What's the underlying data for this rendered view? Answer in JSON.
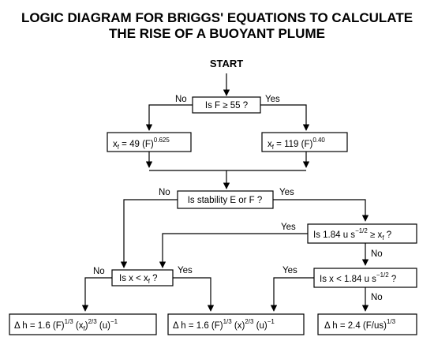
{
  "title": {
    "line1": "LOGIC DIAGRAM FOR BRIGGS' EQUATIONS TO CALCULATE",
    "line2": "THE RISE OF A BUOYANT PLUME"
  },
  "start": "START",
  "decisions": {
    "d1": {
      "text": "Is F ≥ 55 ?",
      "no": "No",
      "yes": "Yes"
    },
    "d2": {
      "text": "Is stability E or F ?",
      "no": "No",
      "yes": "Yes"
    },
    "d3": {
      "text_a": "Is 1.84 u s",
      "text_sup": "−1/2",
      "text_b": " ≥ x",
      "text_sub": "f",
      "text_c": " ?",
      "yes": "Yes",
      "no": "No"
    },
    "d4": {
      "text_a": "Is x < x",
      "text_sub": "f",
      "text_c": " ?",
      "no": "No",
      "yes": "Yes"
    },
    "d5": {
      "text_a": "Is x < 1.84 u s",
      "text_sup": "−1/2",
      "text_c": " ?",
      "yes": "Yes",
      "no": "No"
    }
  },
  "formulas": {
    "xf_left": {
      "a": "x",
      "sub": "f",
      "b": " = 49 (F)",
      "sup": "0.625"
    },
    "xf_right": {
      "a": "x",
      "sub": "f",
      "b": " = 119 (F)",
      "sup": "0.40"
    },
    "r1": {
      "a": "Δ h = 1.6 (F)",
      "s1": "1/3",
      "b": " (x",
      "sub": "f",
      "c": ")",
      "s2": "2/3",
      "d": " (u)",
      "s3": "−1"
    },
    "r2": {
      "a": "Δ h = 1.6 (F)",
      "s1": "1/3",
      "b": " (x)",
      "s2": "2/3",
      "d": " (u)",
      "s3": "−1"
    },
    "r3": {
      "a": "Δ h = 2.4 (F/us)",
      "s1": "1/3"
    }
  }
}
